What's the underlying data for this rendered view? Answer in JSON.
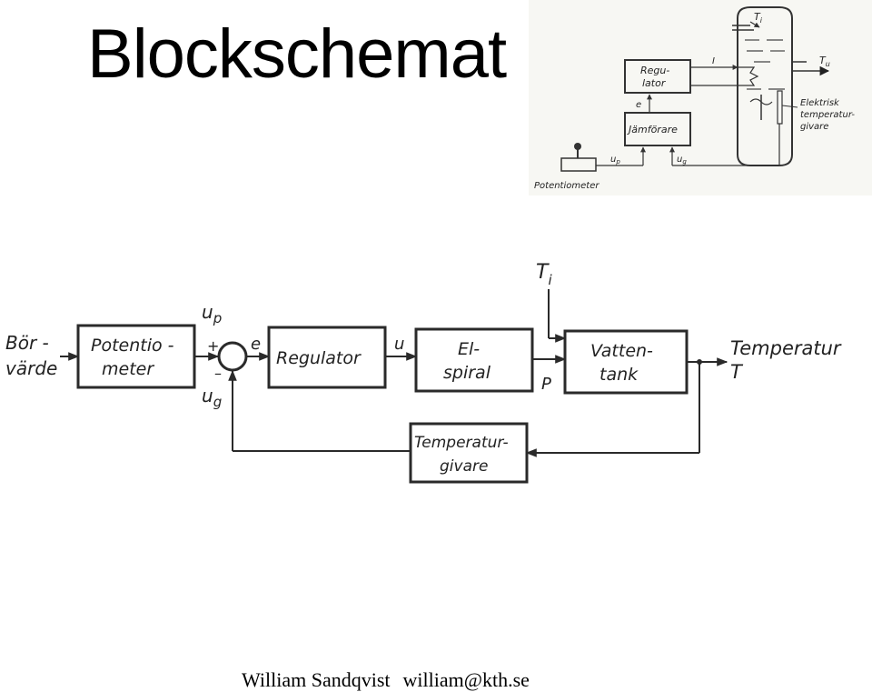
{
  "slide": {
    "title": "Blockschemat",
    "footer_name": "William Sandqvist",
    "footer_email": "william@kth.se"
  },
  "sketch": {
    "regulator": [
      "Regu-",
      "lator"
    ],
    "comparator": "Jämförare",
    "potentiometer": "Potentiometer",
    "sensor": [
      "Elektrisk",
      "temperatur-",
      "givare"
    ],
    "signal_I": "I",
    "signal_e": "e",
    "signal_up": "u",
    "signal_up_sub": "p",
    "signal_ug": "u",
    "signal_ug_sub": "g",
    "signal_Ti": "T",
    "signal_Ti_sub": "i",
    "signal_Tu": "T",
    "signal_Tu_sub": "u"
  },
  "diagram": {
    "input_label": [
      "Bör -",
      "värde"
    ],
    "potentiometer_block": [
      "Potentio -",
      "meter"
    ],
    "regulator_block": "Regulator",
    "elspiral_block": [
      "El-",
      "spiral"
    ],
    "tank_block": [
      "Vatten-",
      "tank"
    ],
    "sensor_block": [
      "Temperatur-",
      "givare"
    ],
    "output_label": [
      "Temperatur",
      "T"
    ],
    "sig_up": "u",
    "sig_up_sub": "p",
    "sig_ug": "u",
    "sig_ug_sub": "g",
    "sig_plus": "+",
    "sig_minus": "–",
    "sig_e": "e",
    "sig_u": "u",
    "sig_P": "P",
    "sig_Ti": "T",
    "sig_Ti_sub": "i"
  }
}
